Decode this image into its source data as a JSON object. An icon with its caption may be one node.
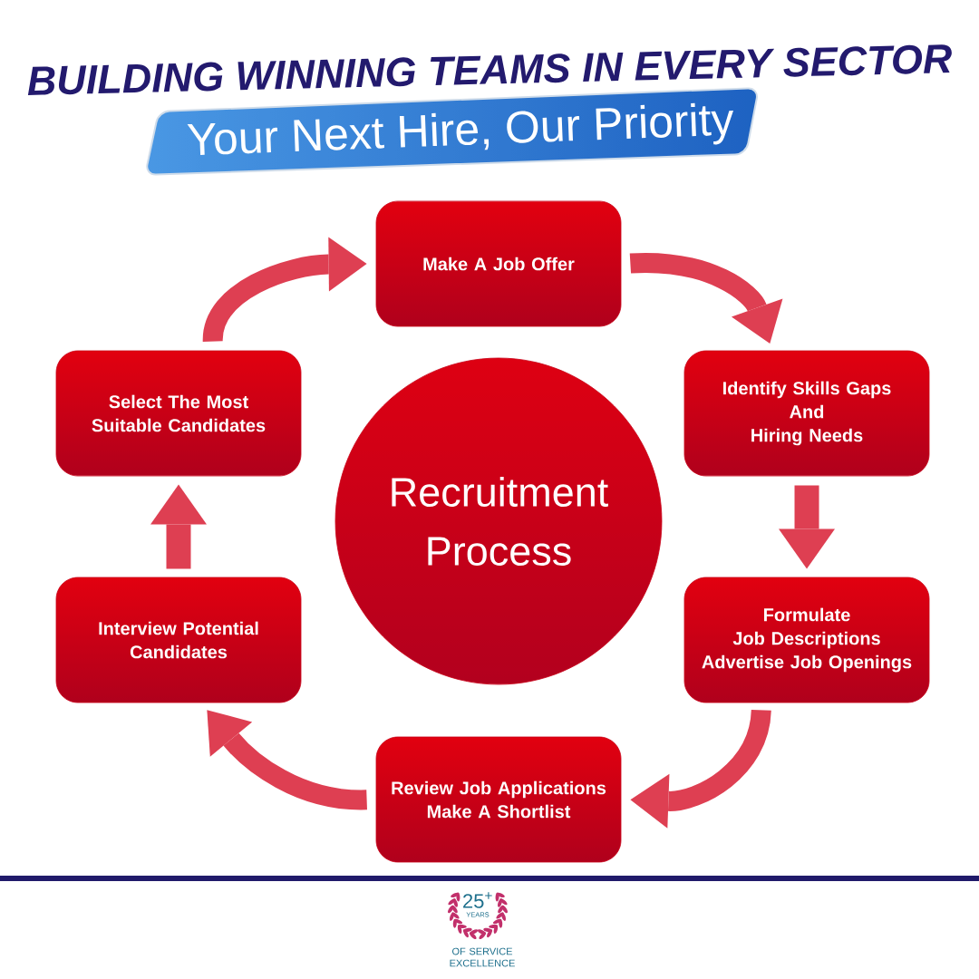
{
  "diagram": {
    "title": "BUILDING WINNING TEAMS IN EVERY SECTOR",
    "nodes": [
      {
        "text": [
          "Your Next Hire, Our Priority"
        ]
      },
      {
        "text": [
          "Make A Job Offer"
        ]
      },
      {
        "text": [
          "Select The Most Suitable Candidates"
        ]
      },
      {
        "text": [
          "Recruitment Process"
        ]
      },
      {
        "text": [
          "Identify Skills Gaps And Hiring Needs"
        ]
      },
      {
        "text": [
          "Interview Potential Candidates"
        ]
      },
      {
        "text": [
          "Formulate Job Descriptions Advertise Job Openings"
        ]
      },
      {
        "text": [
          "Review Job Applications Make A Shortlist"
        ]
      }
    ],
    "edges": [
      {
        "from": 2,
        "to": 1,
        "arrow": "to"
      },
      {
        "from": 1,
        "to": 4,
        "arrow": "to"
      },
      {
        "from": 4,
        "to": 6,
        "arrow": "to"
      },
      {
        "from": 6,
        "to": 7,
        "arrow": "to"
      },
      {
        "from": 7,
        "to": 5,
        "arrow": "to"
      },
      {
        "from": 5,
        "to": 2,
        "arrow": "to"
      }
    ],
    "labels": [
      "25$^{+}$",
      "YEARS",
      "OF SERVICE EXCELLENCE"
    ]
  }
}
